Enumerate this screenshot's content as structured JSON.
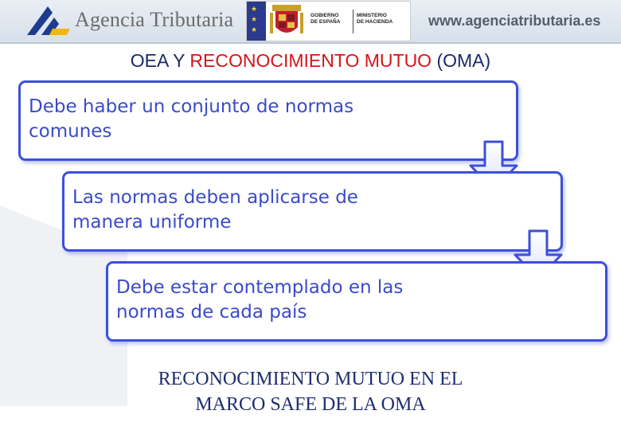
{
  "header": {
    "agency_name": "Agencia Tributaria",
    "gov_label_1": "GOBIERNO\nDE ESPAÑA",
    "gov_label_2": "MINISTERIO\nDE HACIENDA",
    "website": "www.agenciatributaria.es"
  },
  "title": {
    "part1": "OEA Y ",
    "accent": "RECONOCIMIENTO MUTUO",
    "part2": " (OMA)"
  },
  "steps": [
    {
      "line1": "Debe haber un conjunto de normas",
      "line2": "comunes"
    },
    {
      "line1": "Las normas deben aplicarse de",
      "line2": "manera uniforme"
    },
    {
      "line1": "Debe estar contemplado en las",
      "line2": "normas de cada país"
    }
  ],
  "caption": {
    "line1": "RECONOCIMIENTO MUTUO EN EL",
    "line2": "MARCO SAFE DE LA OMA"
  },
  "colors": {
    "box_border": "#3c4fdb",
    "box_text": "#3a4bc8",
    "title": "#1b2a66",
    "title_accent": "#d4141b"
  },
  "icons": [
    "agency-logo-icon",
    "spain-flag-icon",
    "royal-shield-icon",
    "down-arrow-icon"
  ]
}
